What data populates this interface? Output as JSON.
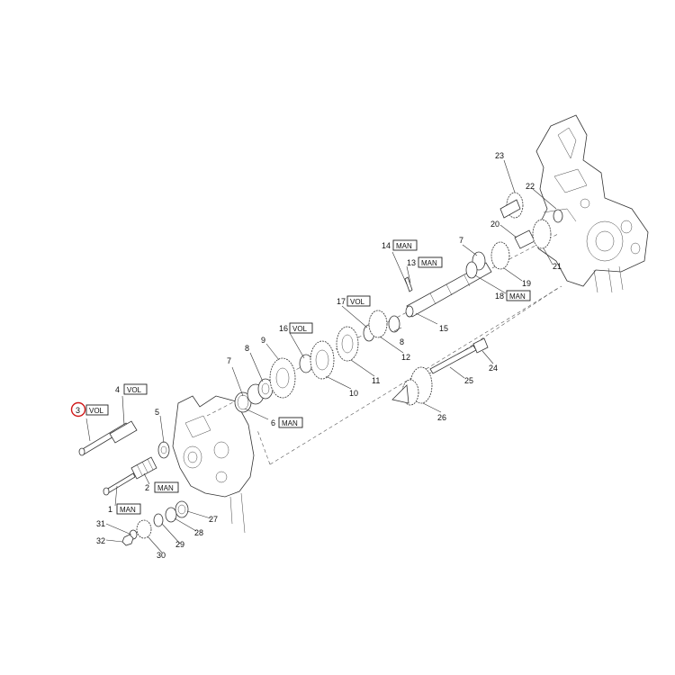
{
  "parts": [
    {
      "id": "p1",
      "number": "1",
      "tag": "MAN"
    },
    {
      "id": "p2",
      "number": "2",
      "tag": "MAN"
    },
    {
      "id": "p3",
      "number": "3",
      "tag": "VOL",
      "highlighted": true
    },
    {
      "id": "p4",
      "number": "4",
      "tag": "VOL"
    },
    {
      "id": "p5",
      "number": "5"
    },
    {
      "id": "p6",
      "number": "6",
      "tag": "MAN"
    },
    {
      "id": "p7a",
      "number": "7"
    },
    {
      "id": "p7b",
      "number": "7"
    },
    {
      "id": "p8a",
      "number": "8"
    },
    {
      "id": "p8b",
      "number": "8"
    },
    {
      "id": "p9",
      "number": "9"
    },
    {
      "id": "p10",
      "number": "10"
    },
    {
      "id": "p11",
      "number": "11"
    },
    {
      "id": "p12",
      "number": "12"
    },
    {
      "id": "p13",
      "number": "13",
      "tag": "MAN"
    },
    {
      "id": "p14",
      "number": "14",
      "tag": "MAN"
    },
    {
      "id": "p15",
      "number": "15"
    },
    {
      "id": "p16",
      "number": "16",
      "tag": "VOL"
    },
    {
      "id": "p17",
      "number": "17",
      "tag": "VOL"
    },
    {
      "id": "p18",
      "number": "18",
      "tag": "MAN"
    },
    {
      "id": "p19",
      "number": "19"
    },
    {
      "id": "p20",
      "number": "20"
    },
    {
      "id": "p21",
      "number": "21"
    },
    {
      "id": "p22",
      "number": "22"
    },
    {
      "id": "p23",
      "number": "23"
    },
    {
      "id": "p24",
      "number": "24"
    },
    {
      "id": "p25",
      "number": "25"
    },
    {
      "id": "p26",
      "number": "26"
    },
    {
      "id": "p27",
      "number": "27"
    },
    {
      "id": "p28",
      "number": "28"
    },
    {
      "id": "p29",
      "number": "29"
    },
    {
      "id": "p30",
      "number": "30"
    },
    {
      "id": "p31",
      "number": "31"
    },
    {
      "id": "p32",
      "number": "32"
    }
  ],
  "colors": {
    "line": "#333333",
    "highlight": "#d01818",
    "background": "#ffffff"
  }
}
